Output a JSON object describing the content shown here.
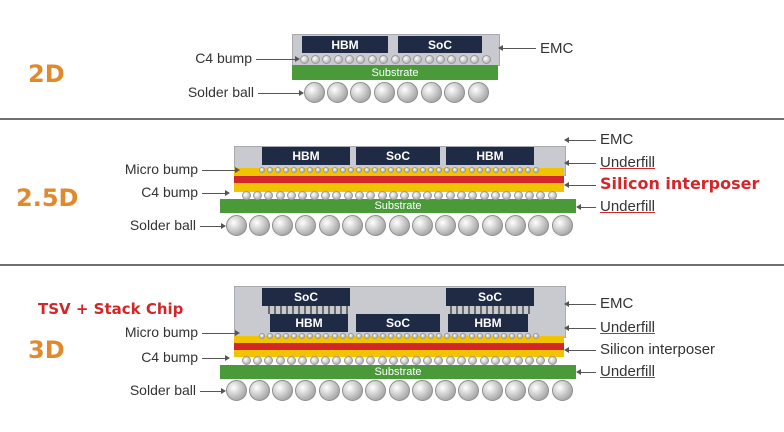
{
  "sections": [
    {
      "id": "2d",
      "tier": "2D",
      "chips": [
        "HBM",
        "SoC"
      ],
      "left_labels": [
        "C4 bump",
        "Solder ball"
      ],
      "right_labels": [
        {
          "text": "EMC",
          "style": "normal"
        }
      ],
      "substrate": "Substrate"
    },
    {
      "id": "25d",
      "tier": "2.5D",
      "chips": [
        "HBM",
        "SoC",
        "HBM"
      ],
      "left_labels": [
        "Micro bump",
        "C4 bump",
        "Solder ball"
      ],
      "right_labels": [
        {
          "text": "EMC",
          "style": "normal"
        },
        {
          "text": "Underfill",
          "style": "underline"
        },
        {
          "text": "Silicon interposer",
          "style": "red"
        },
        {
          "text": "Underfill",
          "style": "underline"
        }
      ],
      "substrate": "Substrate"
    },
    {
      "id": "3d",
      "tier": "3D",
      "stack_label": "TSV + Stack Chip",
      "top_chips": [
        "SoC",
        "SoC"
      ],
      "chips": [
        "HBM",
        "SoC",
        "HBM"
      ],
      "left_labels": [
        "Micro bump",
        "C4 bump",
        "Solder ball"
      ],
      "right_labels": [
        {
          "text": "EMC",
          "style": "normal"
        },
        {
          "text": "Underfill",
          "style": "underline"
        },
        {
          "text": "Silicon interposer",
          "style": "normal"
        },
        {
          "text": "Underfill",
          "style": "underline"
        }
      ],
      "substrate": "Substrate"
    }
  ],
  "colors": {
    "tier_label": "#e08a2e",
    "highlight_red": "#d3262a",
    "chip": "#1f2a44",
    "substrate": "#4a9a3a",
    "underfill": "#f2c300",
    "emc": "#c9cacf"
  }
}
